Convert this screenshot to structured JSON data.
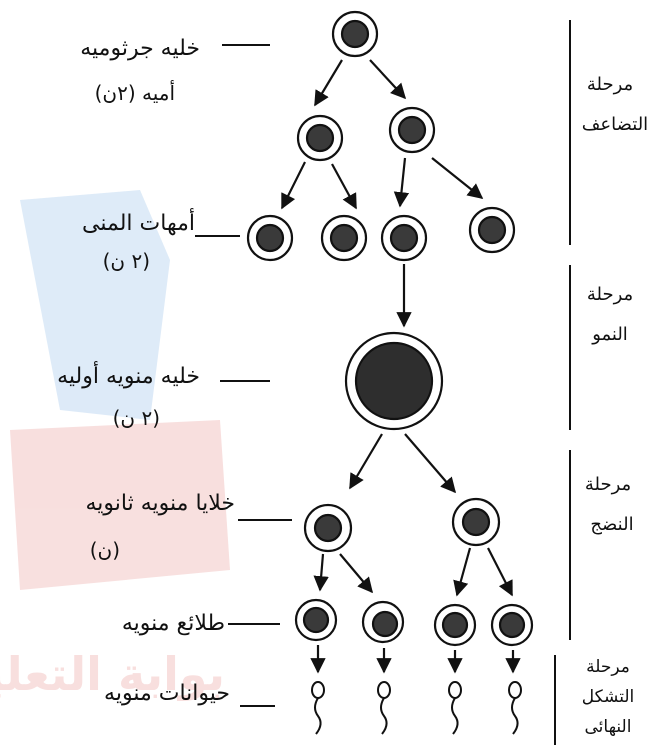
{
  "left_labels": [
    {
      "text": "خليه جرثوميه",
      "sub": "أميه (٢ن)"
    },
    {
      "text": "أمهات المنى",
      "sub": "(٢ ن)"
    },
    {
      "text": "خليه منويه أوليه",
      "sub": "(٢ ن)"
    },
    {
      "text": "خلايا منويه ثانويه",
      "sub": "(ن)"
    },
    {
      "text": "طلائع منويه",
      "sub": ""
    },
    {
      "text": "حيوانات منويه",
      "sub": ""
    }
  ],
  "stages": [
    {
      "line1": "مرحلة",
      "line2": "التضاعف",
      "line3": ""
    },
    {
      "line1": "مرحلة",
      "line2": "النمو",
      "line3": ""
    },
    {
      "line1": "مرحلة",
      "line2": "النضج",
      "line3": ""
    },
    {
      "line1": "مرحلة",
      "line2": "التشكل",
      "line3": "النهائى"
    }
  ],
  "watermark": {
    "text": "بوابة التعليم",
    "color": "#d9534f"
  },
  "colors": {
    "ink": "#111111",
    "nucleus": "#3a3a3a",
    "watermark_blue": "#4a90d9"
  }
}
